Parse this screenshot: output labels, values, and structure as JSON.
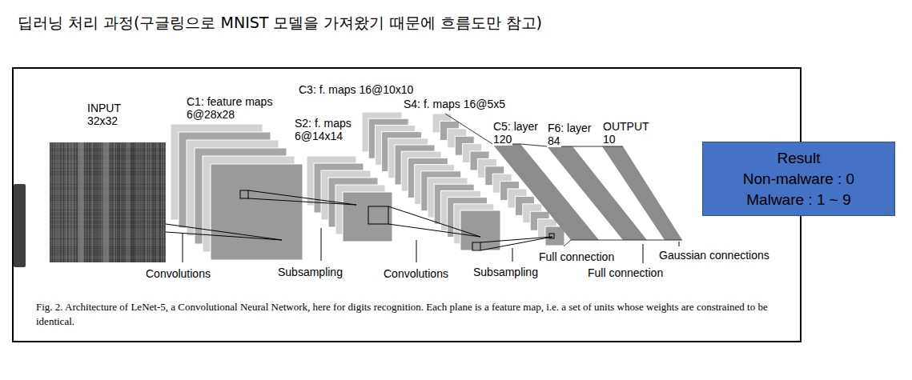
{
  "diagram": {
    "title": "딥러닝 처리 과정(구글링으로 MNIST 모델을 가져왔기 때문에 흐름도만 참고)",
    "caption": "Fig. 2. Architecture of LeNet-5, a Convolutional Neural Network, here for digits recognition. Each plane is a feature map, i.e. a set of units whose weights are constrained to be identical.",
    "nodes": [
      {
        "text": [
          "Result",
          "Non-malware : 0",
          "Malware : 1 ~ 9"
        ]
      }
    ],
    "labels": [
      "INPUT",
      "32x32",
      "C1: feature maps",
      "6@28x28",
      "C3: f. maps 16@10x10",
      "S4: f. maps 16@5x5",
      "S2: f. maps",
      "6@14x14",
      "C5: layer",
      "120",
      "F6: layer",
      "84",
      "OUTPUT",
      "10",
      "Convolutions",
      "Subsampling",
      "Convolutions",
      "Subsampling",
      "Full connection",
      "Gaussian connections",
      "Full connection"
    ]
  }
}
